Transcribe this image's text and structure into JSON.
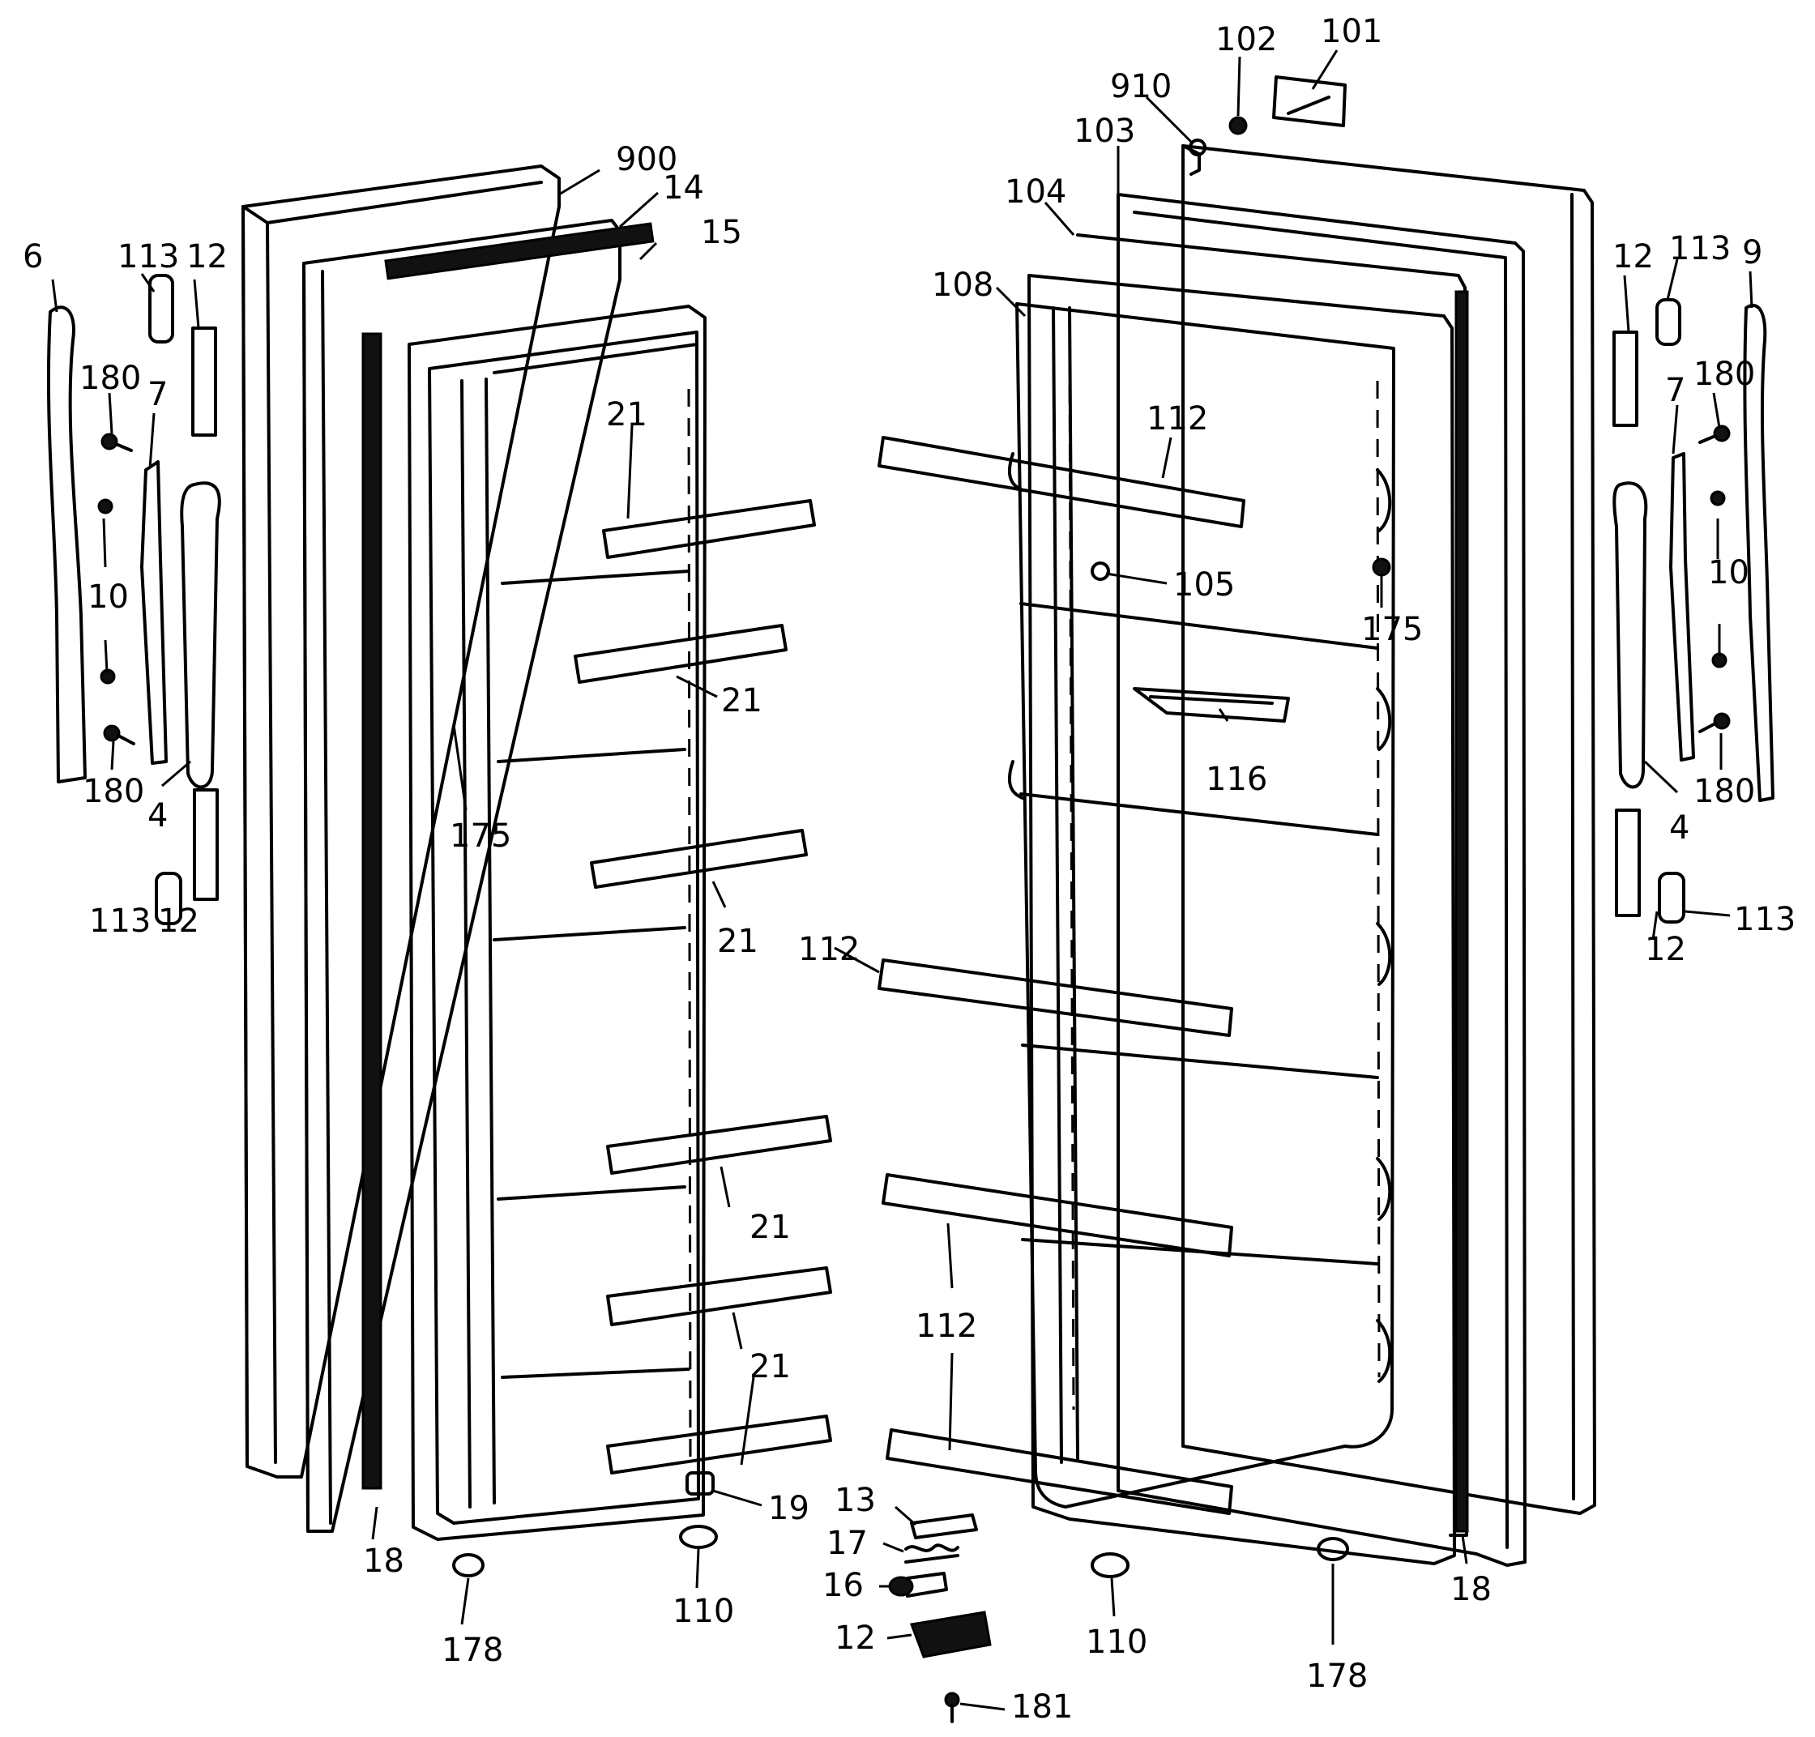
{
  "callouts": {
    "c900": "900",
    "c14": "14",
    "c15": "15",
    "c6": "6",
    "c113": "113",
    "c12": "12",
    "c180": "180",
    "c7": "7",
    "c10": "10",
    "c4": "4",
    "c21": "21",
    "c175": "175",
    "c18": "18",
    "c178": "178",
    "c110": "110",
    "c19": "19",
    "c13": "13",
    "c17": "17",
    "c16": "16",
    "c181": "181",
    "c102": "102",
    "c101": "101",
    "c910": "910",
    "c103": "103",
    "c104": "104",
    "c108": "108",
    "c112": "112",
    "c105": "105",
    "c116": "116",
    "c9": "9"
  }
}
